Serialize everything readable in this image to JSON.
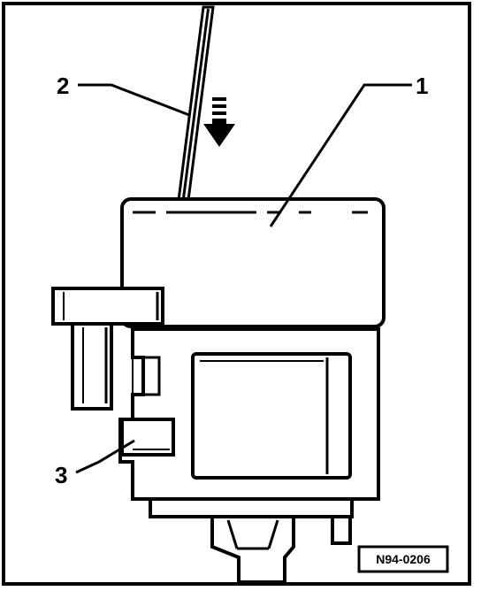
{
  "diagram": {
    "callouts": {
      "part_1": "1",
      "part_2": "2",
      "part_3": "3"
    },
    "reference_code": "N94-0206",
    "colors": {
      "ink": "#000000",
      "paper": "#ffffff"
    },
    "icons": {
      "push_direction": "arrow-down-icon"
    }
  }
}
